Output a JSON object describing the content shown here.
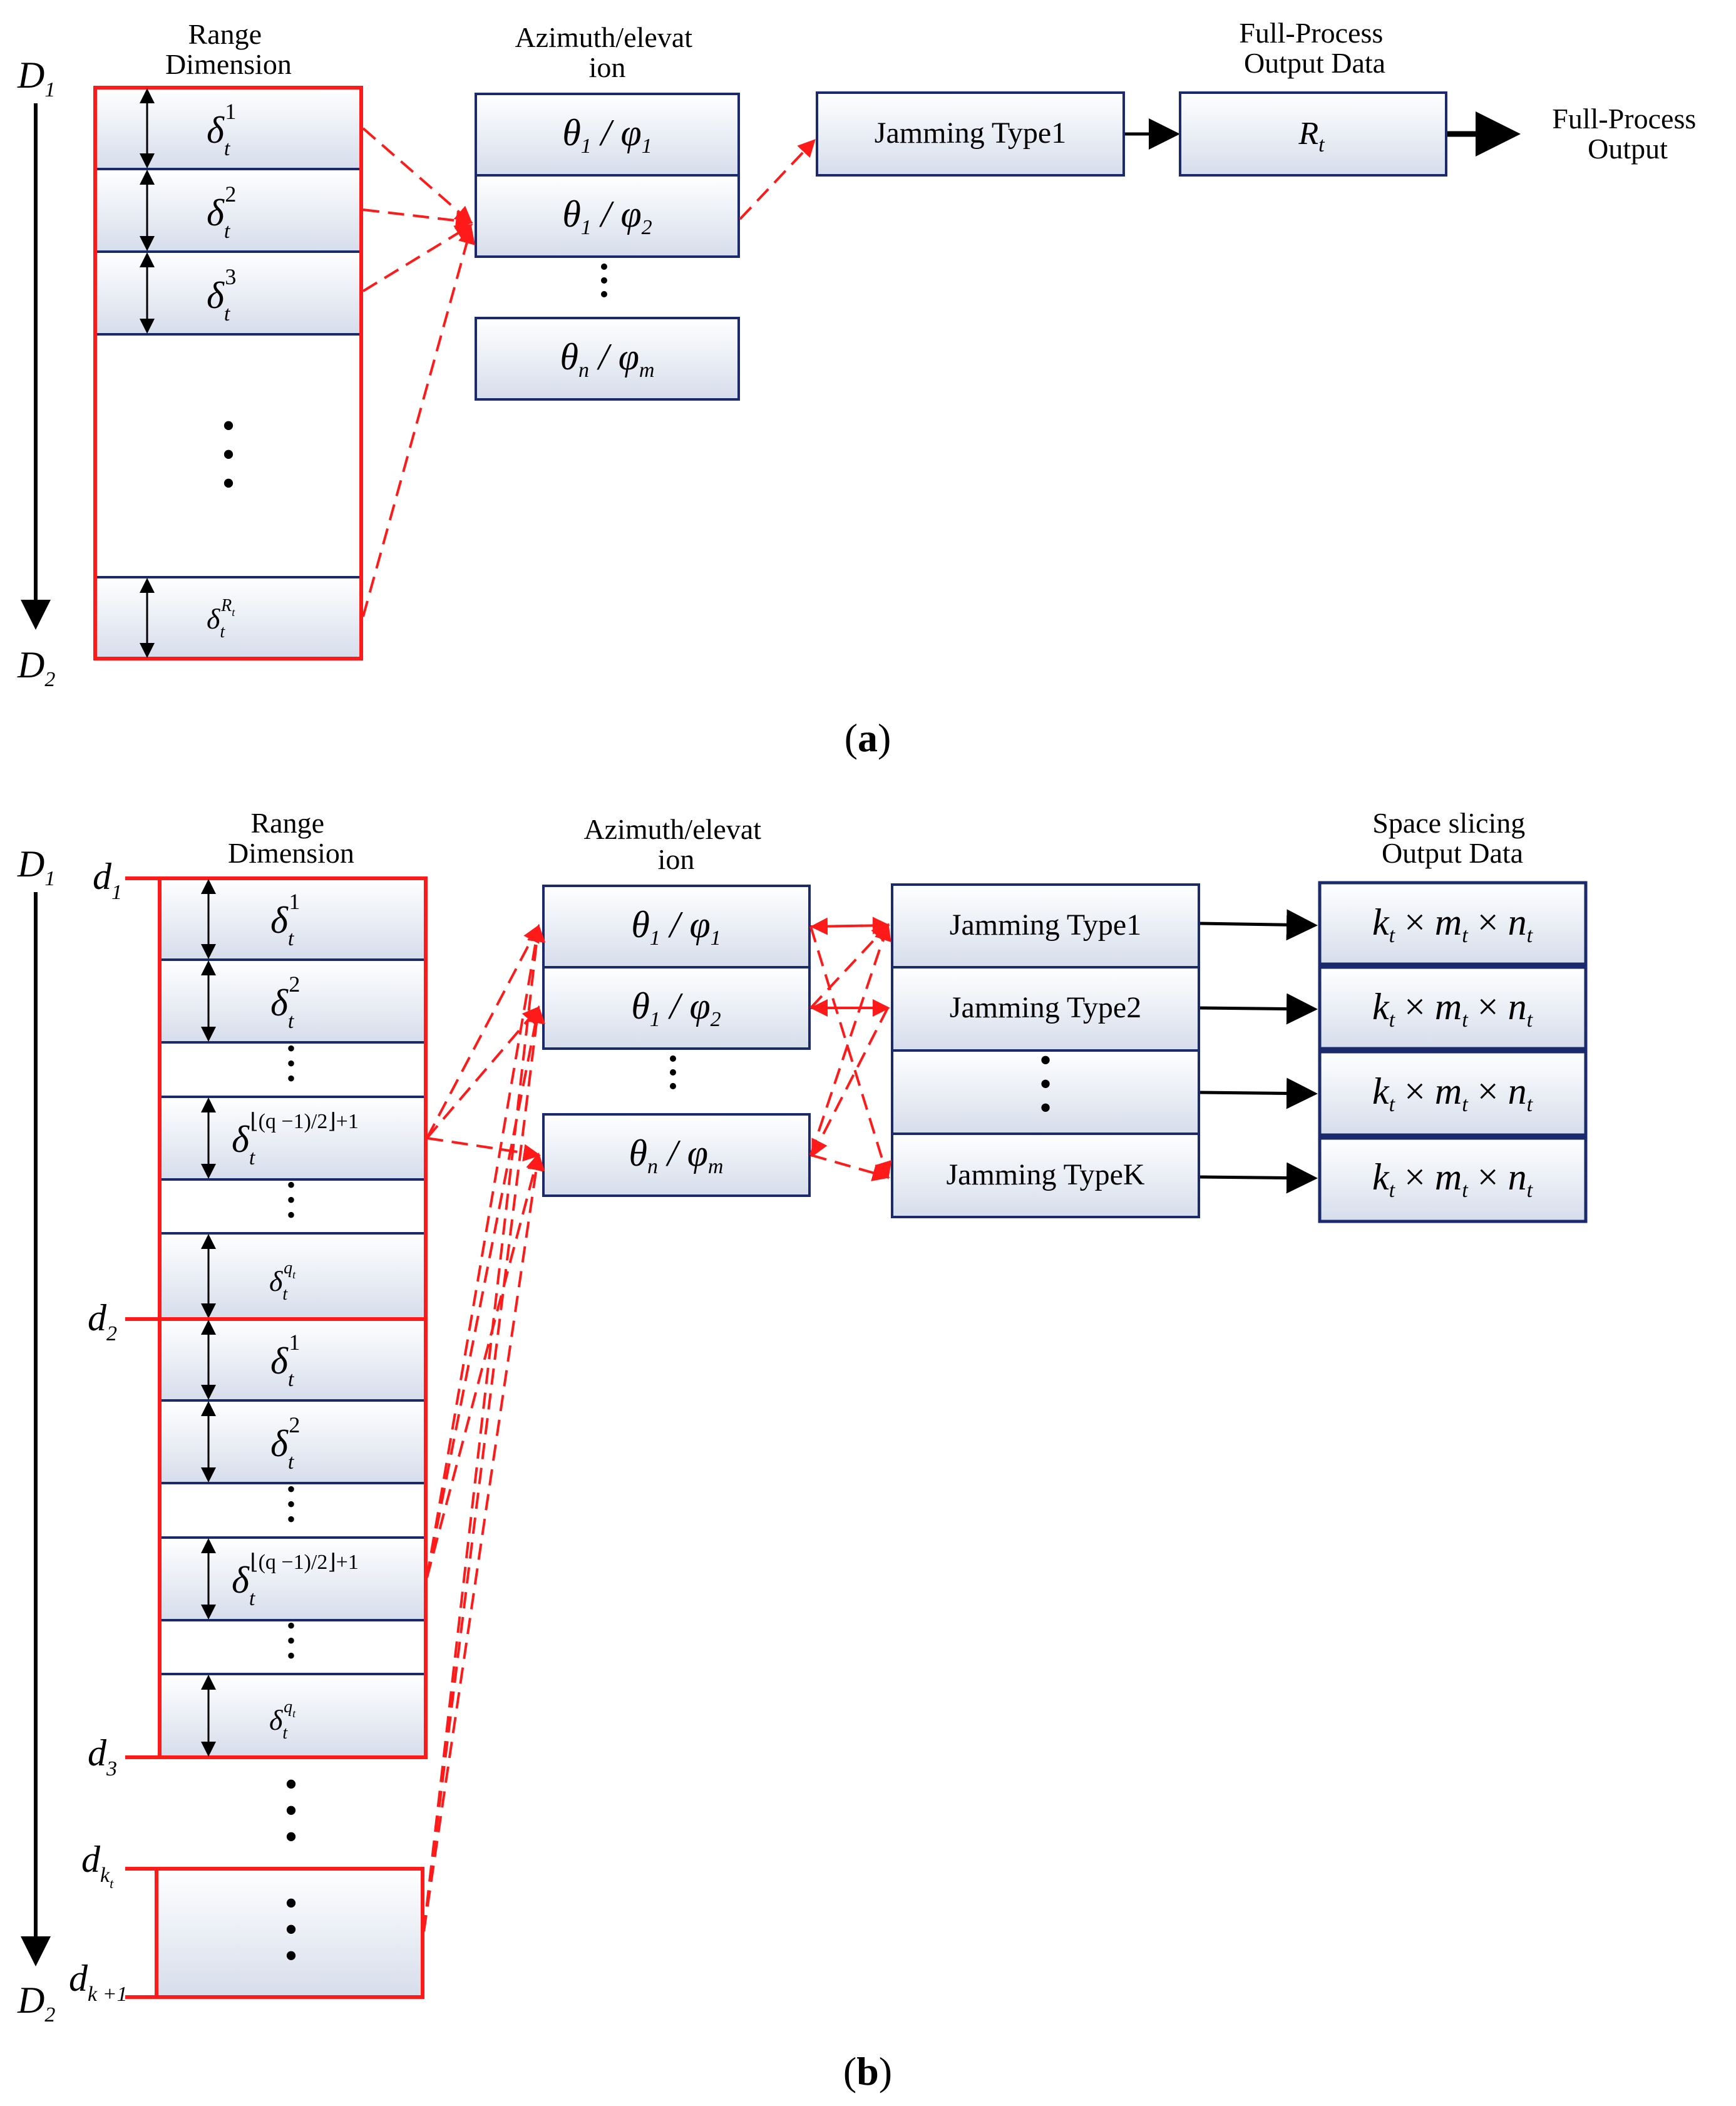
{
  "panel_a": {
    "caption": "(a)",
    "range_header": [
      "Range",
      "Dimension"
    ],
    "az_header": [
      "Azimuth/elevat",
      "ion"
    ],
    "full_process_header": [
      "Full-Process",
      "Output Data"
    ],
    "d1": "D",
    "d1_sub": "1",
    "d2": "D",
    "d2_sub": "2",
    "slices": [
      {
        "sym": "δ",
        "sub": "t",
        "sup": "1"
      },
      {
        "sym": "δ",
        "sub": "t",
        "sup": "2"
      },
      {
        "sym": "δ",
        "sub": "t",
        "sup": "3"
      },
      {
        "sym": "δ",
        "sub": "t",
        "sup": "R"
      }
    ],
    "angles": [
      {
        "a": "θ",
        "a_sub": "1",
        "b": "φ",
        "b_sub": "1"
      },
      {
        "a": "θ",
        "a_sub": "1",
        "b": "φ",
        "b_sub": "2"
      },
      {
        "a": "θ",
        "a_sub": "n",
        "b": "φ",
        "b_sub": "m"
      }
    ],
    "jamming": "Jamming Type1",
    "output_value": "R",
    "output_sub": "t",
    "final_label": [
      "Full-Process",
      "Output"
    ]
  },
  "panel_b": {
    "caption": "(b)",
    "range_header": [
      "Range",
      "Dimension"
    ],
    "az_header": [
      "Azimuth/elevat",
      "ion"
    ],
    "space_header": [
      "Space slicing",
      "Output Data"
    ],
    "D1": "D",
    "D1_sub": "1",
    "D2": "D",
    "D2_sub": "2",
    "d_labels": [
      {
        "t": "d",
        "s": "1"
      },
      {
        "t": "d",
        "s": "2"
      },
      {
        "t": "d",
        "s": "3"
      },
      {
        "t": "d",
        "s": "k"
      },
      {
        "t": "d",
        "s": "k +1"
      }
    ],
    "slices": [
      {
        "sup": "1"
      },
      {
        "sup": "2"
      },
      {
        "sup": "⌊(q −1)/2⌋+1"
      },
      {
        "sup": "q"
      }
    ],
    "angles": [
      {
        "a": "θ",
        "a_sub": "1",
        "b": "φ",
        "b_sub": "1"
      },
      {
        "a": "θ",
        "a_sub": "1",
        "b": "φ",
        "b_sub": "2"
      },
      {
        "a": "θ",
        "a_sub": "n",
        "b": "φ",
        "b_sub": "m"
      }
    ],
    "jamming": [
      "Jamming Type1",
      "Jamming Type2",
      "Jamming TypeK"
    ],
    "output_cell": "k  × m  × n"
  },
  "colors": {
    "red": "#ff1a1a",
    "navy": "#1a2a6c",
    "box_fill_top": "#ffffff",
    "box_fill_bottom": "#d6ddeb"
  }
}
